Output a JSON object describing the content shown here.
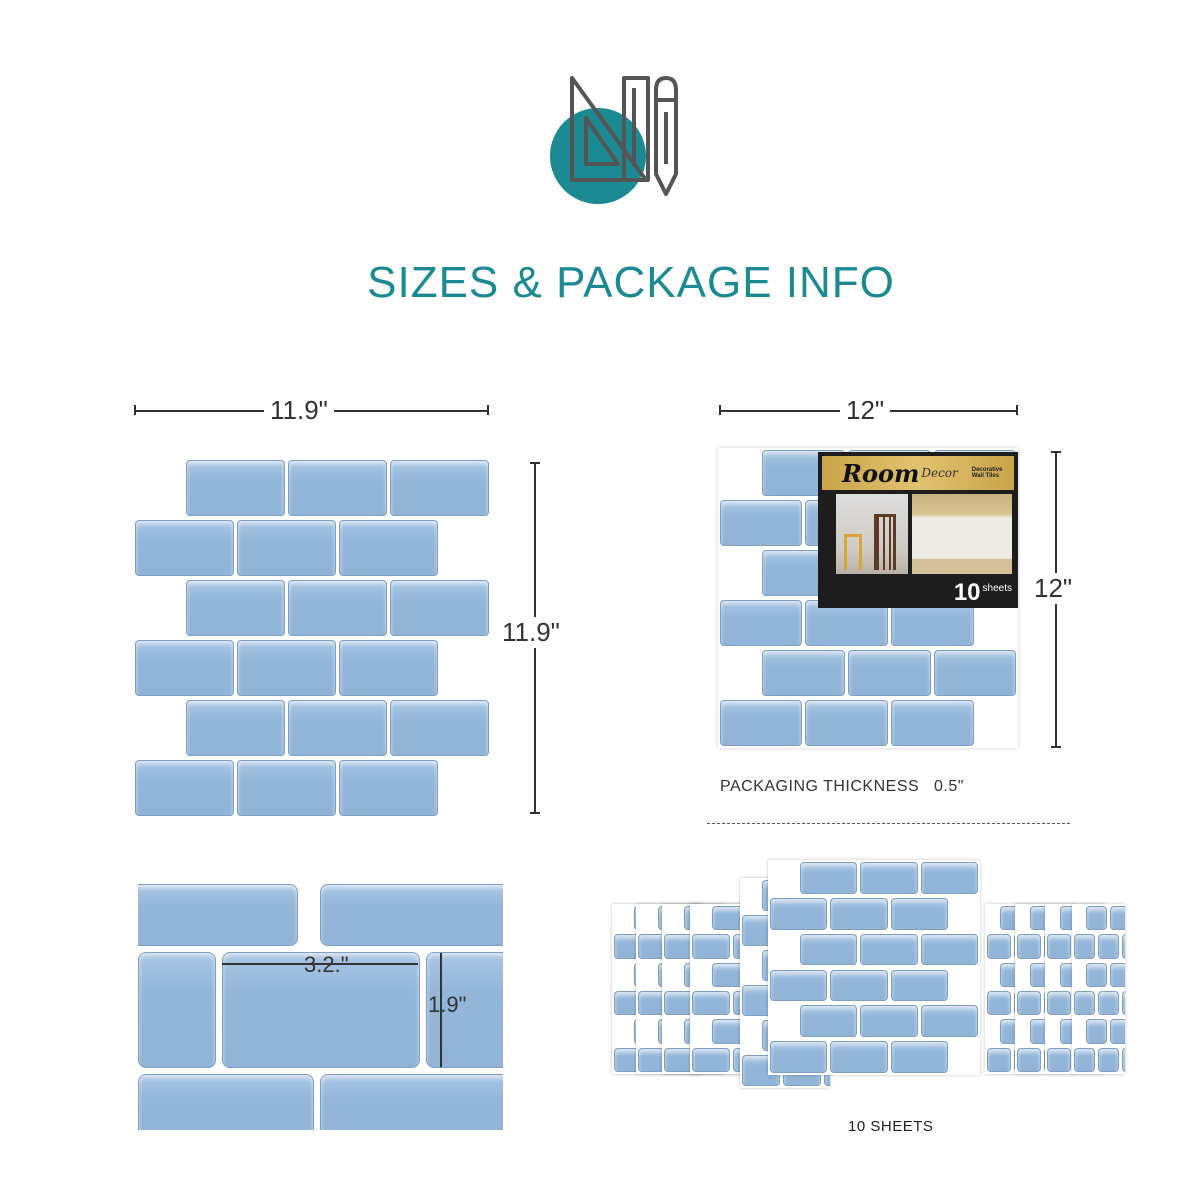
{
  "header": {
    "icon": "drafting-tools-icon",
    "title": "SIZES & PACKAGE INFO"
  },
  "sheet_dimensions": {
    "width": "11.9\"",
    "height": "11.9\""
  },
  "package_dimensions": {
    "width": "12\"",
    "height": "12\""
  },
  "package_label": {
    "brand": "Room",
    "brand_sub": "Decor",
    "tagline": "Decorative Wall Tiles",
    "count": "10",
    "count_unit": "sheets"
  },
  "packaging": {
    "label": "PACKAGING THICKNESS",
    "value": "0.5\""
  },
  "tile_detail": {
    "width": "3.2.\"",
    "height": "1.9\""
  },
  "sheets_caption": "10 SHEETS",
  "colors": {
    "accent": "#1c8a92",
    "tile": "#93b6d9",
    "icon": "#555555"
  }
}
